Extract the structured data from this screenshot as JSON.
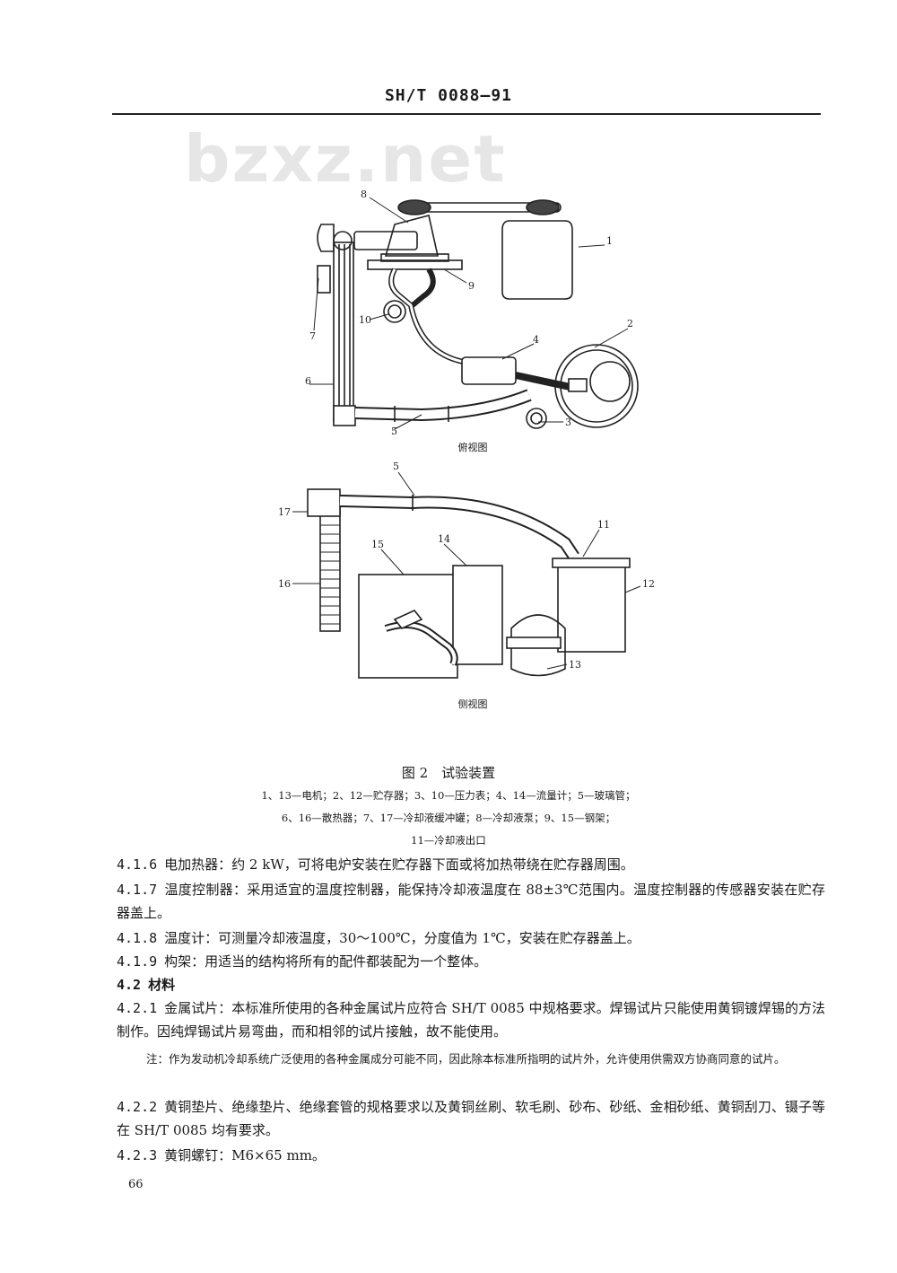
{
  "header": {
    "code": "SH/T 0088—91"
  },
  "watermark": "bzxz.net",
  "figure": {
    "callouts": {
      "c1": "1",
      "c2": "2",
      "c3": "3",
      "c4": "4",
      "c5": "5",
      "c6": "6",
      "c7": "7",
      "c8": "8",
      "c9": "9",
      "c10": "10",
      "s5": "5",
      "s11": "11",
      "s12": "12",
      "s13": "13",
      "s14": "14",
      "s15": "15",
      "s16": "16",
      "s17": "17"
    },
    "top_view_label": "俯视图",
    "side_view_label": "侧视图",
    "title": "图 2　试验装置",
    "legend": [
      "1、13—电机；2、12—贮存器；3、10—压力表；4、14—流量计；5—玻璃管；",
      "6、16—散热器；7、17—冷却液缓冲罐；8—冷却液泵；9、15—钢架；",
      "11—冷却液出口"
    ]
  },
  "sections": [
    {
      "num": "4.1.6",
      "text": "电加热器：约 2 kW，可将电炉安装在贮存器下面或将加热带绕在贮存器周围。"
    },
    {
      "num": "4.1.7",
      "text": "温度控制器：采用适宜的温度控制器，能保持冷却液温度在 88±3℃范围内。温度控制器的传感器安装在贮存器盖上。"
    },
    {
      "num": "4.1.8",
      "text": "温度计：可测量冷却液温度，30～100℃，分度值为 1℃，安装在贮存器盖上。"
    },
    {
      "num": "4.1.9",
      "text": "构架：用适当的结构将所有的配件都装配为一个整体。"
    },
    {
      "num": "4.2",
      "text": "材料"
    },
    {
      "num": "4.2.1",
      "text": "金属试片：本标准所使用的各种金属试片应符合 SH/T 0085 中规格要求。焊锡试片只能使用黄铜镀焊锡的方法制作。因纯焊锡试片易弯曲，而和相邻的试片接触，故不能使用。"
    },
    {
      "num": "注：",
      "text": "作为发动机冷却系统广泛使用的各种金属成分可能不同，因此除本标准所指明的试片外，允许使用供需双方协商同意的试片。"
    },
    {
      "num": "4.2.2",
      "text": "黄铜垫片、绝缘垫片、绝缘套管的规格要求以及黄铜丝刷、软毛刷、砂布、砂纸、金相砂纸、黄铜刮刀、镊子等在 SH/T 0085 均有要求。"
    },
    {
      "num": "4.2.3",
      "text": "黄铜螺钉：M6×65 mm。"
    }
  ],
  "page_number": "66"
}
